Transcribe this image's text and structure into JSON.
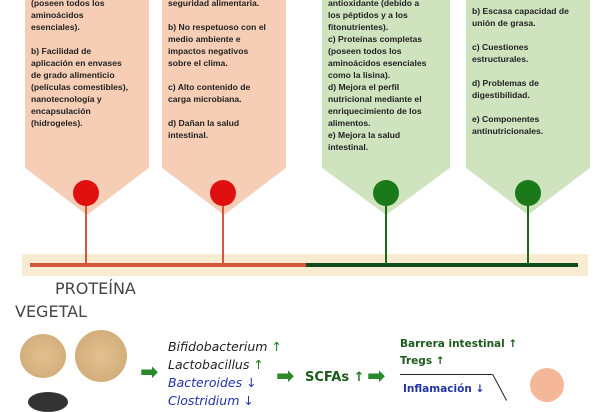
{
  "panels": [
    {
      "text": "(poseen todos los\naminoácidos\nesenciales).\n\nb) Facilidad de\naplicación en envases\nde grado alimenticio\n(películas comestibles),\nnanotecnología y\nencapsulación\n(hidrogeles)."
    },
    {
      "text": "seguridad alimentaria.\n\nb) No respetuoso con el\nmedio ambiente e\nimpactos negativos\nsobre el clima.\n\nc) Alto contenido de\ncarga microbiana.\n\nd) Dañan la salud\nintestinal."
    },
    {
      "text": "antioxidante (debido a\nlos péptidos y a los\nfitonutrientes).\nc) Proteínas completas\n(poseen todos los\naminoácidos esenciales\ncomo la lisina).\nd) Mejora el perfil\nnutricional mediante el\nenriquecimiento de los\nalimentos.\ne) Mejora la salud\nintestinal."
    },
    {
      "text": "b) Escasa capacidad de\nunión de grasa.\n\nc) Cuestiones\nestructurales.\n\nd) Problemas de\ndigestibilidad.\n\ne) Componentes\nantinutricionales."
    }
  ],
  "colors": {
    "red": "#e01010",
    "green": "#1a7a1a"
  },
  "section_title_line1": "PROTEÍNA",
  "section_title_line2": "VEGETAL",
  "bacteria": [
    {
      "name": "Bifidobacterium",
      "arrow": "↑"
    },
    {
      "name": "Lactobacillus",
      "arrow": "↑"
    },
    {
      "name": "Bacteroides",
      "arrow": "↓"
    },
    {
      "name": "Clostridium",
      "arrow": "↓"
    }
  ],
  "scfa": "SCFAs",
  "scfa_arrow": "↑",
  "effects": {
    "barrier": "Barrera intestinal ↑",
    "tregs": "Tregs ↑",
    "inflammation": "Inflamación ↓"
  }
}
